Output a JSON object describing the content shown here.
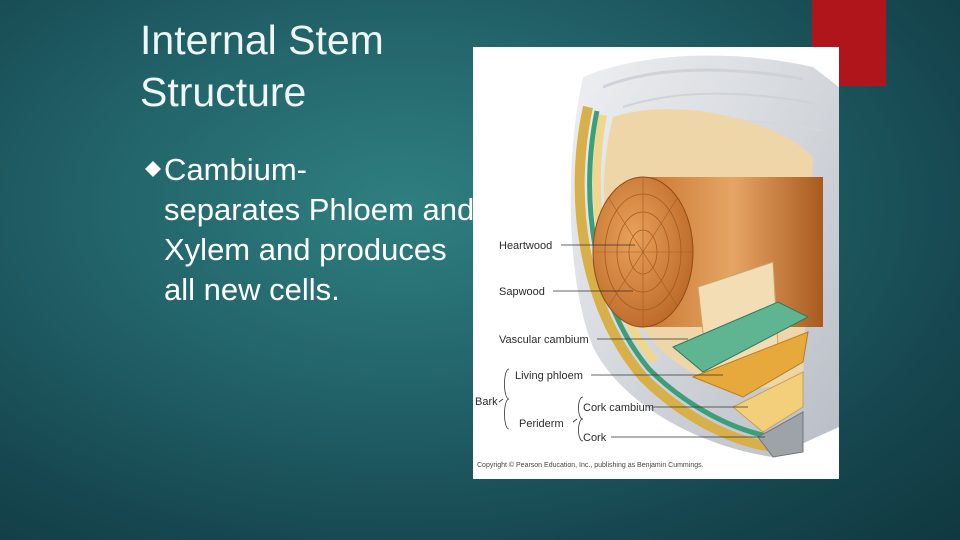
{
  "slide": {
    "title": "Internal Stem Structure",
    "bullet": {
      "lead": "Cambium-",
      "rest": "separates Phloem and Xylem and produces all new cells."
    },
    "accent_color": "#b0151b"
  },
  "diagram": {
    "labels": {
      "heartwood": "Heartwood",
      "sapwood": "Sapwood",
      "vascular_cambium": "Vascular cambium",
      "living_phloem": "Living phloem",
      "bark": "Bark",
      "periderm": "Periderm",
      "cork_cambium": "Cork cambium",
      "cork": "Cork"
    },
    "copyright": "Copyright © Pearson Education, Inc., publishing as Benjamin Cummings."
  }
}
